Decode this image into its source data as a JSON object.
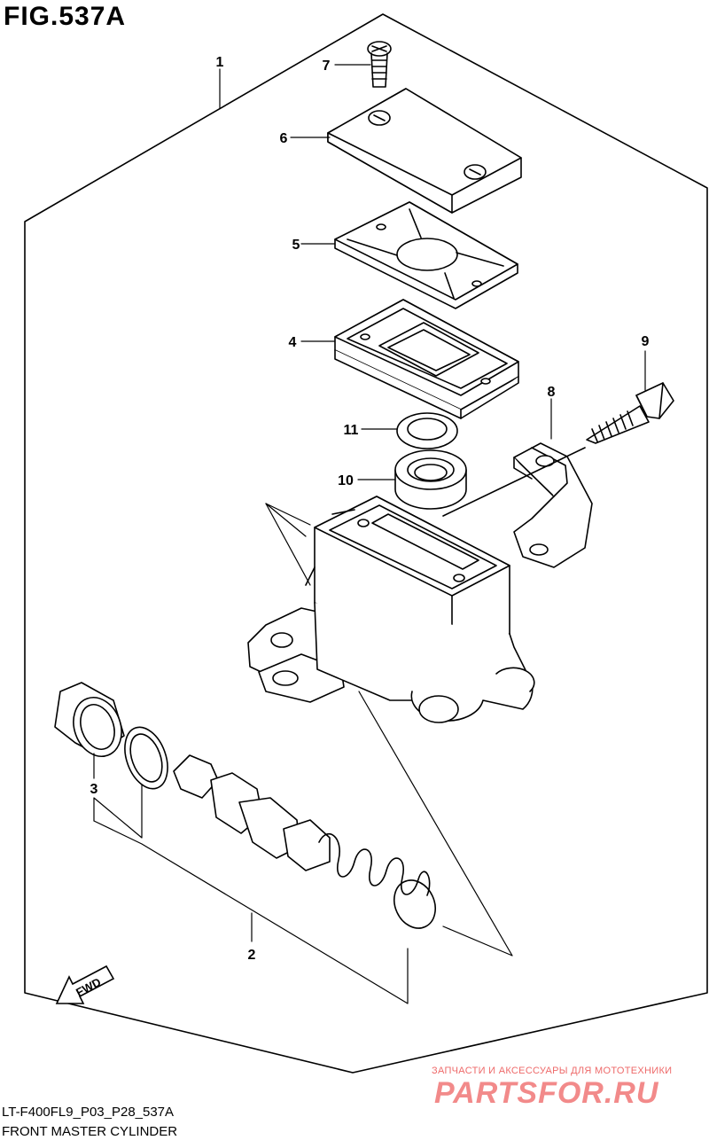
{
  "figure_title": "FIG.537A",
  "footer": {
    "code": "LT-F400FL9_P03_P28_537A",
    "name": "FRONT MASTER CYLINDER"
  },
  "direction_label": "FWD",
  "callouts": [
    "1",
    "2",
    "3",
    "4",
    "5",
    "6",
    "7",
    "8",
    "9",
    "10",
    "11"
  ],
  "watermark": {
    "tagline": "ЗАПЧАСТИ И АКСЕССУАРЫ ДЛЯ МОТОТЕХНИКИ",
    "logo": "PARTSFOR.RU"
  },
  "colors": {
    "line": "#000000",
    "watermark": "#ee6a6a"
  }
}
